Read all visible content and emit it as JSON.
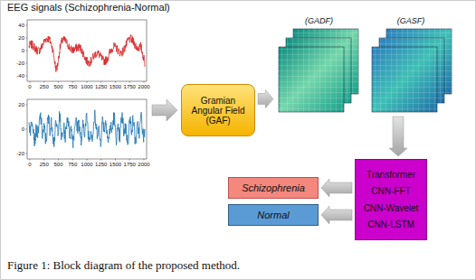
{
  "diagram": {
    "caption": "Figure 1: Block diagram of the proposed method.",
    "nodes": [
      {
        "text": [
          "Gramian Angular Field (GAF)"
        ]
      },
      {
        "text": [
          "(GADF)"
        ]
      },
      {
        "text": [
          "(GASF)"
        ]
      },
      {
        "text": [
          "Transformer",
          "CNN-FFT",
          "CNN-Wavelet",
          "CNN-LSTM"
        ]
      },
      {
        "text": [
          "Schizophrenia"
        ]
      },
      {
        "text": [
          "Normal"
        ]
      }
    ],
    "edges": [
      {
        "from": 0,
        "to": 1,
        "arrow": "to"
      },
      {
        "from": 2,
        "to": 3,
        "arrow": "to"
      },
      {
        "from": 3,
        "to": 4,
        "arrow": "to"
      },
      {
        "from": 3,
        "to": 5,
        "arrow": "to"
      }
    ],
    "labels": [
      "EEG signals (Schizophrenia-Normal)",
      "40",
      "20",
      "0",
      "-20",
      "-40",
      "0",
      "250",
      "500",
      "750",
      "1000",
      "1250",
      "1500",
      "1750",
      "2000",
      "20",
      "0",
      "-20",
      "0",
      "250",
      "500",
      "750",
      "1000",
      "1250",
      "1500",
      "1750",
      "2000"
    ]
  }
}
